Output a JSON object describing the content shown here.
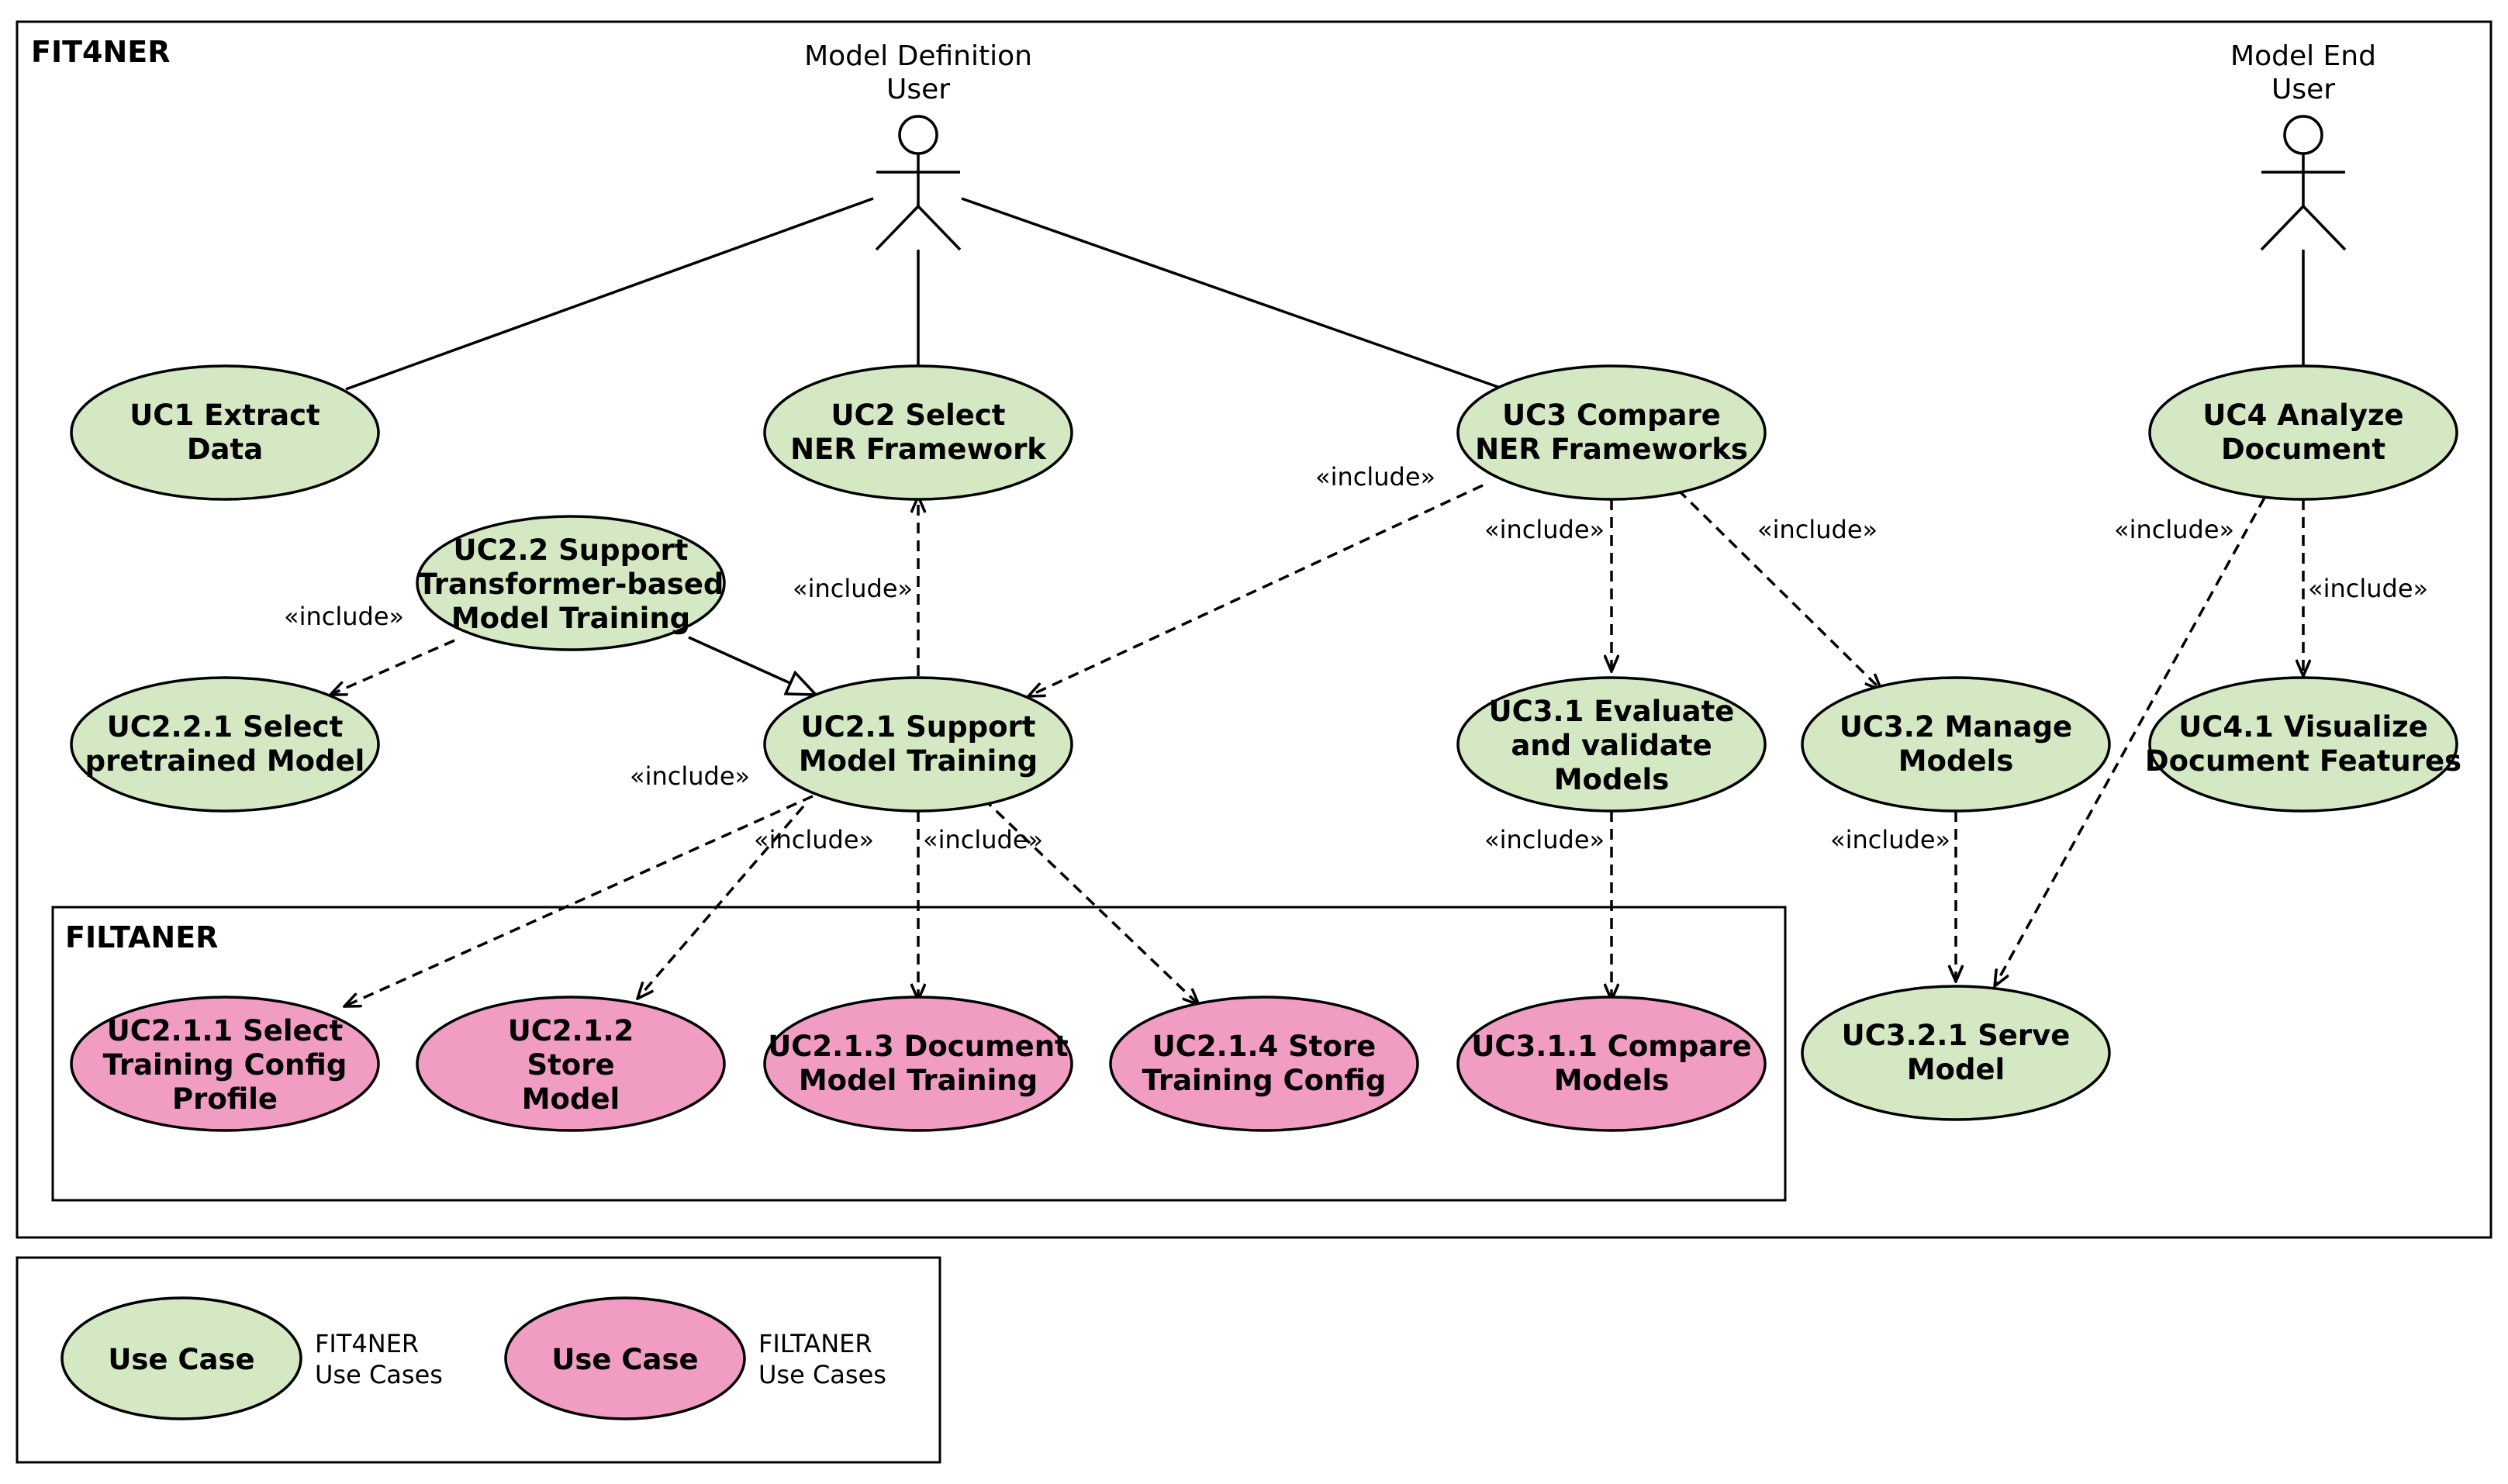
{
  "frames": {
    "fit4ner": "FIT4NER",
    "filtaner": "FILTANER"
  },
  "actors": {
    "model_definition_user": [
      "Model Definition",
      "User"
    ],
    "model_end_user": [
      "Model End",
      "User"
    ]
  },
  "use_cases": {
    "uc1": [
      "UC1 Extract",
      "Data"
    ],
    "uc2": [
      "UC2 Select",
      "NER Framework"
    ],
    "uc3": [
      "UC3 Compare",
      "NER Frameworks"
    ],
    "uc4": [
      "UC4 Analyze",
      "Document"
    ],
    "uc2_2": [
      "UC2.2 Support",
      "Transformer-based",
      "Model Training"
    ],
    "uc2_2_1": [
      "UC2.2.1 Select",
      "pretrained Model"
    ],
    "uc2_1": [
      "UC2.1 Support",
      "Model Training"
    ],
    "uc3_1": [
      "UC3.1 Evaluate",
      "and validate",
      "Models"
    ],
    "uc3_2": [
      "UC3.2 Manage",
      "Models"
    ],
    "uc4_1": [
      "UC4.1 Visualize",
      "Document Features"
    ],
    "uc2_1_1": [
      "UC2.1.1 Select",
      "Training Config",
      "Profile"
    ],
    "uc2_1_2": [
      "UC2.1.2",
      "Store",
      "Model"
    ],
    "uc2_1_3": [
      "UC2.1.3 Document",
      "Model Training"
    ],
    "uc2_1_4": [
      "UC2.1.4 Store",
      "Training Config"
    ],
    "uc3_1_1": [
      "UC3.1.1 Compare",
      "Models"
    ],
    "uc3_2_1": [
      "UC3.2.1 Serve",
      "Model"
    ]
  },
  "include_label": "«include»",
  "legend": {
    "green_label": "Use Case",
    "green_desc": [
      "FIT4NER",
      "Use Cases"
    ],
    "pink_label": "Use Case",
    "pink_desc": [
      "FILTANER",
      "Use Cases"
    ]
  },
  "colors": {
    "fit4ner_use_case": "#d5e8c4",
    "filtaner_use_case": "#f19cc3"
  }
}
